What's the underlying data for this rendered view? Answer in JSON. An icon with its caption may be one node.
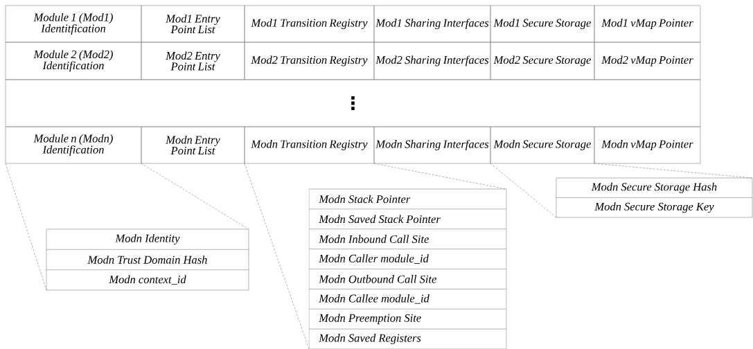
{
  "diagram": {
    "nodes": [
      {
        "text": [
          "Module 1 (Mod1) Identitfication"
        ]
      },
      {
        "text": [
          "Mod1 Entry Point List"
        ]
      },
      {
        "text": [
          "Mod1 Transition Registry"
        ]
      },
      {
        "text": [
          "Mod1 Sharing Interfaces"
        ]
      },
      {
        "text": [
          "Mod1 Secure Storage"
        ]
      },
      {
        "text": [
          "Mod1 vMap Pointer"
        ]
      },
      {
        "text": [
          "Module 2 (Mod2) Identification"
        ]
      },
      {
        "text": [
          "Mod2 Entry Point List"
        ]
      },
      {
        "text": [
          "Mod2 Transition Registry"
        ]
      },
      {
        "text": [
          "Mod2 Sharing Interfaces"
        ]
      },
      {
        "text": [
          "Mod2 Secure Storage"
        ]
      },
      {
        "text": [
          "Mod2 vMap Pointer"
        ]
      },
      {
        "text": [
          "⋮"
        ]
      },
      {
        "text": [
          "Module n (Modn) Identification"
        ]
      },
      {
        "text": [
          "Modn Entry Point List"
        ]
      },
      {
        "text": [
          "Modn Transition Registry"
        ]
      },
      {
        "text": [
          "Modn Sharing Interfaces"
        ]
      },
      {
        "text": [
          "Modn Secure Storage"
        ]
      },
      {
        "text": [
          "Modn vMap Pointer"
        ]
      },
      {
        "text": [
          "Modn Identity",
          "Modn Trust Domain Hash",
          "Modn context_id"
        ]
      },
      {
        "text": [
          "Modn Stack Pointer",
          "Modn Saved Stack Pointer",
          "Modn Inbound Call Site",
          "Modn Caller module_id",
          "Modn Outbound Call Site",
          "Modn Callee module_id",
          "Modn Preemption Site",
          "Modn Saved Registers"
        ]
      },
      {
        "text": [
          "Modn Secure Storage Hash",
          "Modn Secure Storage Key"
        ]
      }
    ],
    "edges": [
      {
        "from": 13,
        "to": 19,
        "arrow": "none",
        "style": "dashed"
      },
      {
        "from": 13,
        "to": 19,
        "arrow": "none",
        "style": "dashed"
      },
      {
        "from": 15,
        "to": 20,
        "arrow": "none",
        "style": "dashed"
      },
      {
        "from": 15,
        "to": 20,
        "arrow": "none",
        "style": "dashed"
      },
      {
        "from": 17,
        "to": 21,
        "arrow": "none",
        "style": "dashed"
      },
      {
        "from": 17,
        "to": 21,
        "arrow": "none",
        "style": "dashed"
      }
    ]
  }
}
